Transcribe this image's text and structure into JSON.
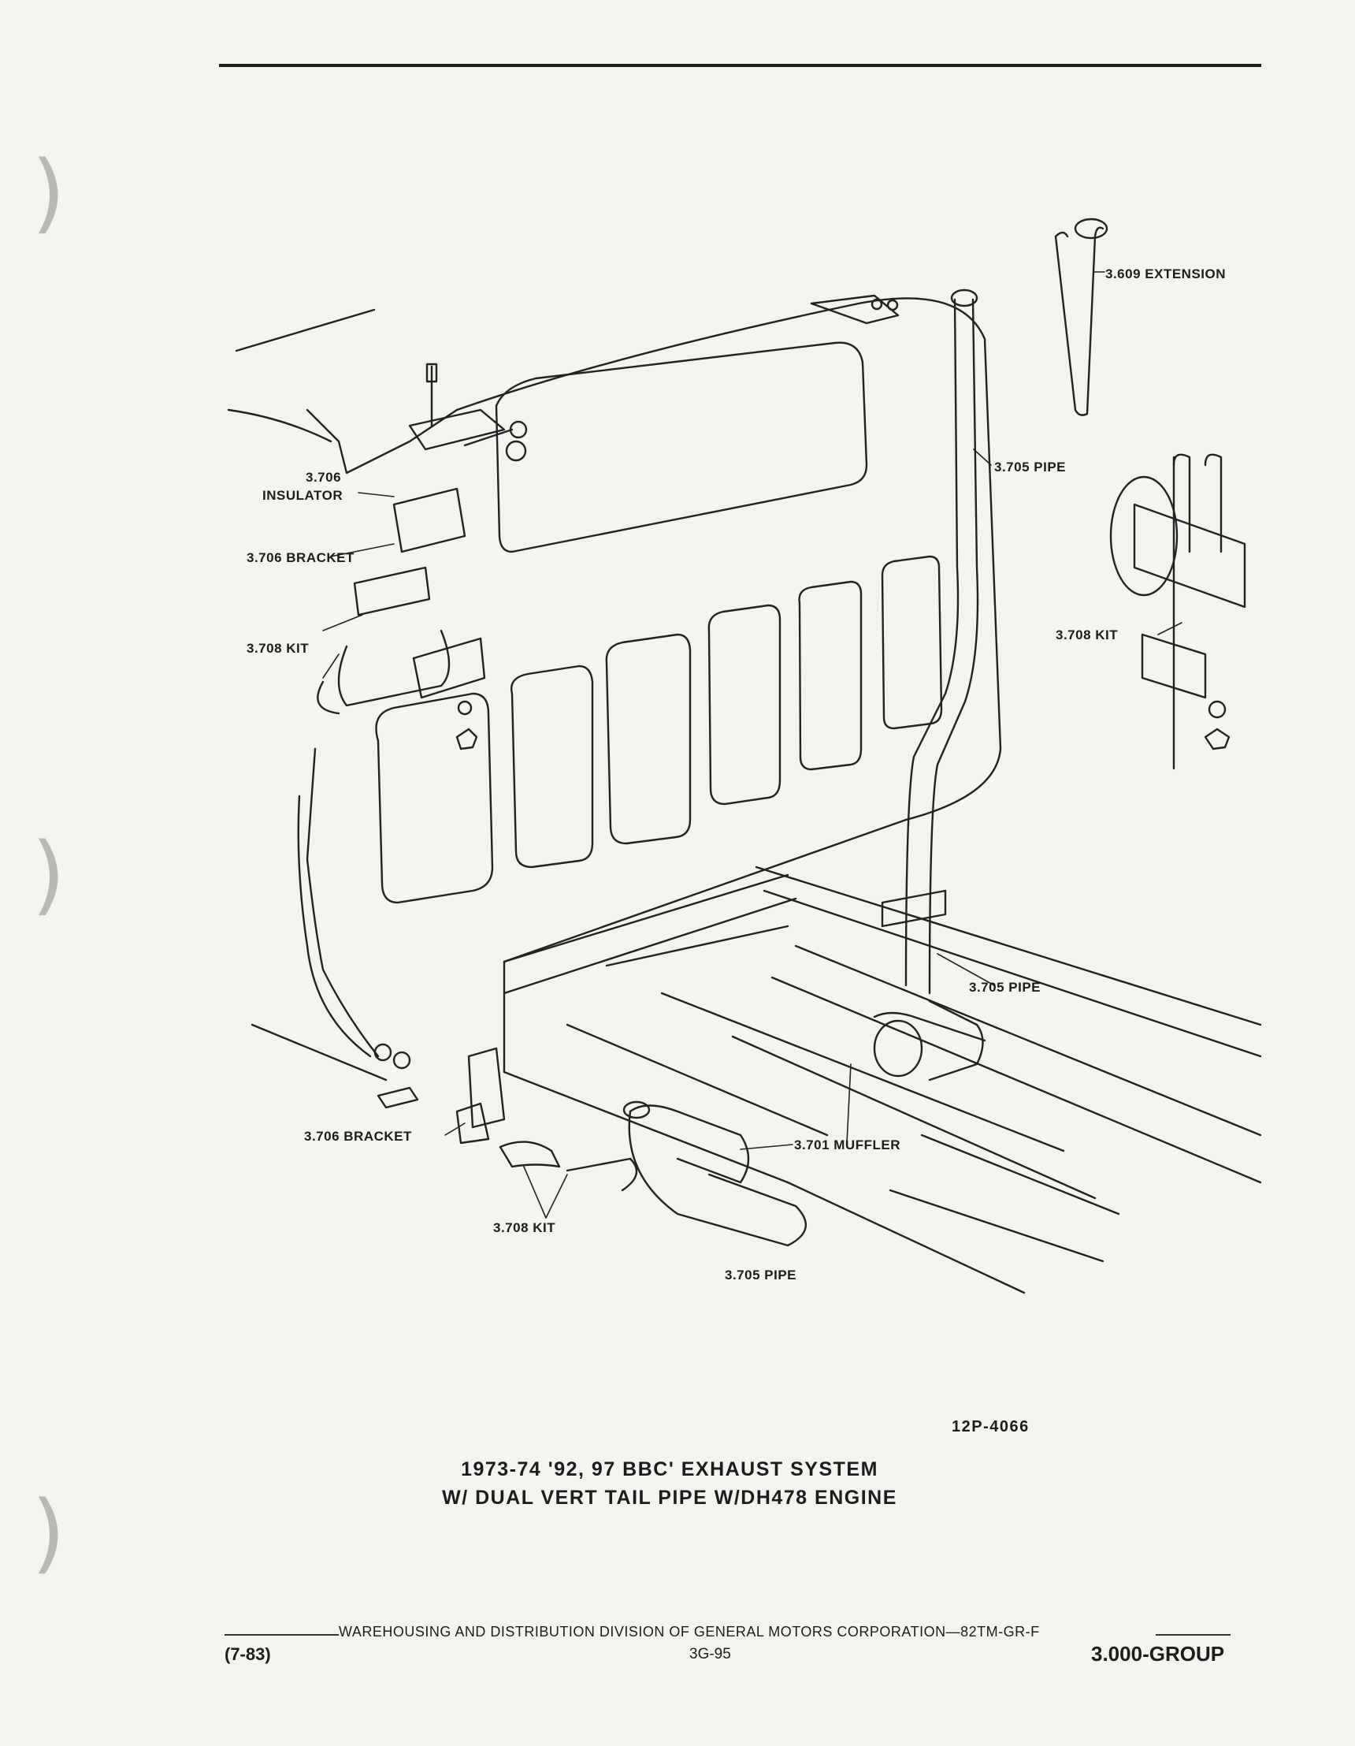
{
  "labels": {
    "extension": "3.609 EXTENSION",
    "pipe_upper": "3.705 PIPE",
    "insulator_num": "3.706",
    "insulator": "INSULATOR",
    "bracket_upper": "3.706 BRACKET",
    "kit_left": "3.708 KIT",
    "kit_right": "3.708 KIT",
    "pipe_middle": "3.705 PIPE",
    "bracket_lower": "3.706 BRACKET",
    "muffler": "3.701 MUFFLER",
    "kit_lower": "3.708 KIT",
    "pipe_lower": "3.705 PIPE"
  },
  "figure_code": "12P-4066",
  "title": {
    "line1": "1973-74 '92, 97 BBC' EXHAUST SYSTEM",
    "line2": "W/ DUAL VERT TAIL PIPE W/DH478 ENGINE"
  },
  "footer": {
    "division": "WAREHOUSING AND DISTRIBUTION  DIVISION OF GENERAL MOTORS CORPORATION—82TM-GR-F",
    "date": "(7-83)",
    "page": "3G-95",
    "group": "3.000-GROUP"
  }
}
